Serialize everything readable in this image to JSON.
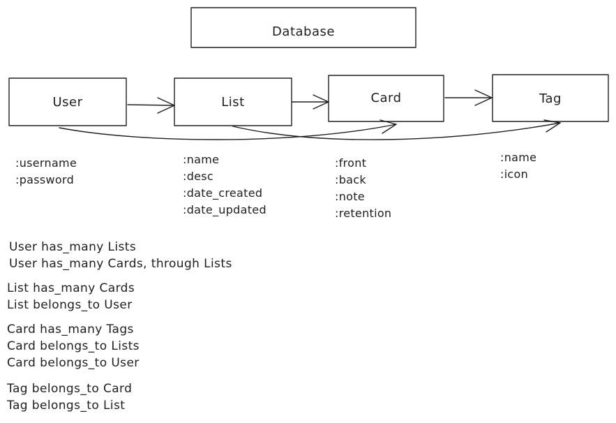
{
  "title_box": {
    "label": "Database"
  },
  "entities": [
    {
      "id": "user",
      "label": "User",
      "attributes": [
        ":username",
        ":password"
      ]
    },
    {
      "id": "list",
      "label": "List",
      "attributes": [
        ":name",
        ":desc",
        ":date_created",
        ":date_updated"
      ]
    },
    {
      "id": "card",
      "label": "Card",
      "attributes": [
        ":front",
        ":back",
        ":note",
        ":retention"
      ]
    },
    {
      "id": "tag",
      "label": "Tag",
      "attributes": [
        ":name",
        ":icon"
      ]
    }
  ],
  "relationships": [
    {
      "entity": "User",
      "lines": [
        "User has_many Lists",
        "User has_many Cards, through Lists"
      ]
    },
    {
      "entity": "List",
      "lines": [
        "List has_many Cards",
        "List belongs_to User"
      ]
    },
    {
      "entity": "Card",
      "lines": [
        "Card has_many Tags",
        "Card belongs_to Lists",
        "Card belongs_to User"
      ]
    },
    {
      "entity": "Tag",
      "lines": [
        "Tag belongs_to Card",
        "Tag belongs_to List"
      ]
    }
  ],
  "colors": {
    "stroke": "#1e1e1e",
    "background": "#ffffff"
  }
}
